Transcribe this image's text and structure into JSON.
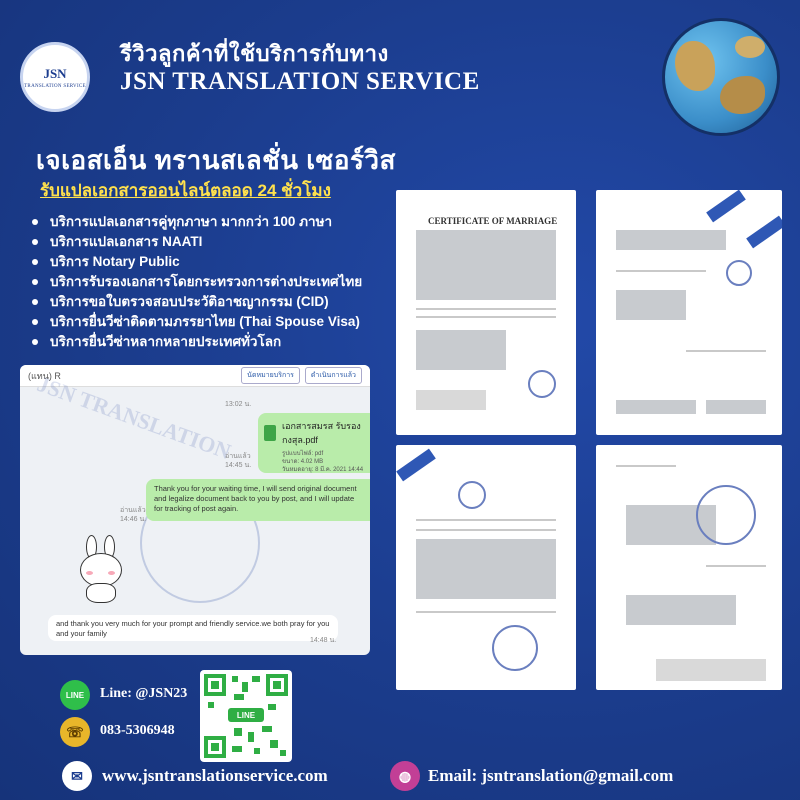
{
  "header": {
    "logo_text": "JSN",
    "logo_sub": "TRANSLATION SERVICE",
    "title_th": "รีวิวลูกค้าที่ใช้บริการกับทาง",
    "title_en": "JSN TRANSLATION SERVICE"
  },
  "intro": {
    "name_th": "เจเอสเอ็น ทรานสเลชั่น เซอร์วิส",
    "tagline": "รับแปลเอกสารออนไลน์ตลอด 24 ชั่วโมง"
  },
  "services": [
    "บริการแปลเอกสารคู่ทุกภาษา มากกว่า 100 ภาษา",
    "บริการแปลเอกสาร NAATI",
    "บริการ Notary Public",
    "บริการรับรองเอกสารโดยกระทรวงการต่างประเทศไทย",
    "บริการขอใบตรวจสอบประวัติอาชญากรรม (CID)",
    "บริการยื่นวีซ่าติดตามภรรยาไทย (Thai Spouse Visa)",
    "บริการยื่นวีซ่าหลากหลายประเทศทั่วโลก"
  ],
  "chat": {
    "contact_name": "(แทน) R",
    "btn_appointment": "นัดหมายบริการ",
    "btn_details": "ดำเนินการแล้ว",
    "time_1": "13:02 น.",
    "file_name": "เอกสารสมรส รับรองกงสุล.pdf",
    "file_type": "รูปแบบไฟล์: pdf",
    "file_size": "ขนาด: 4.02 MB",
    "file_expire": "วันหมดอายุ: 8 มี.ค. 2021 14:44",
    "read_1": "อ่านแล้ว",
    "time_2": "14:45 น.",
    "msg_1": "Thank you for your waiting time, I will send original document and legalize document back to you by post, and I will update for tracking of post again.",
    "read_2": "อ่านแล้ว",
    "time_3": "14:46 น.",
    "msg_2": "and thank you very much for your prompt and friendly service.we both pray for you and your family",
    "time_4": "14:48 น.",
    "watermark": "JSN TRANSLATION"
  },
  "documents": {
    "doc1_title": "CERTIFICATE OF MARRIAGE"
  },
  "contact": {
    "line_icon": "LINE",
    "line_id": "Line: @JSN23",
    "phone": "083-5306948",
    "website": "www.jsntranslationservice.com",
    "email": "Email: jsntranslation@gmail.com",
    "qr_label": "LINE"
  },
  "colors": {
    "background": "#1c3d8f",
    "tagline": "#ffe14d",
    "line_green": "#2fbf4a",
    "phone_yellow": "#e8b62a",
    "web_pink": "#c23f96"
  }
}
